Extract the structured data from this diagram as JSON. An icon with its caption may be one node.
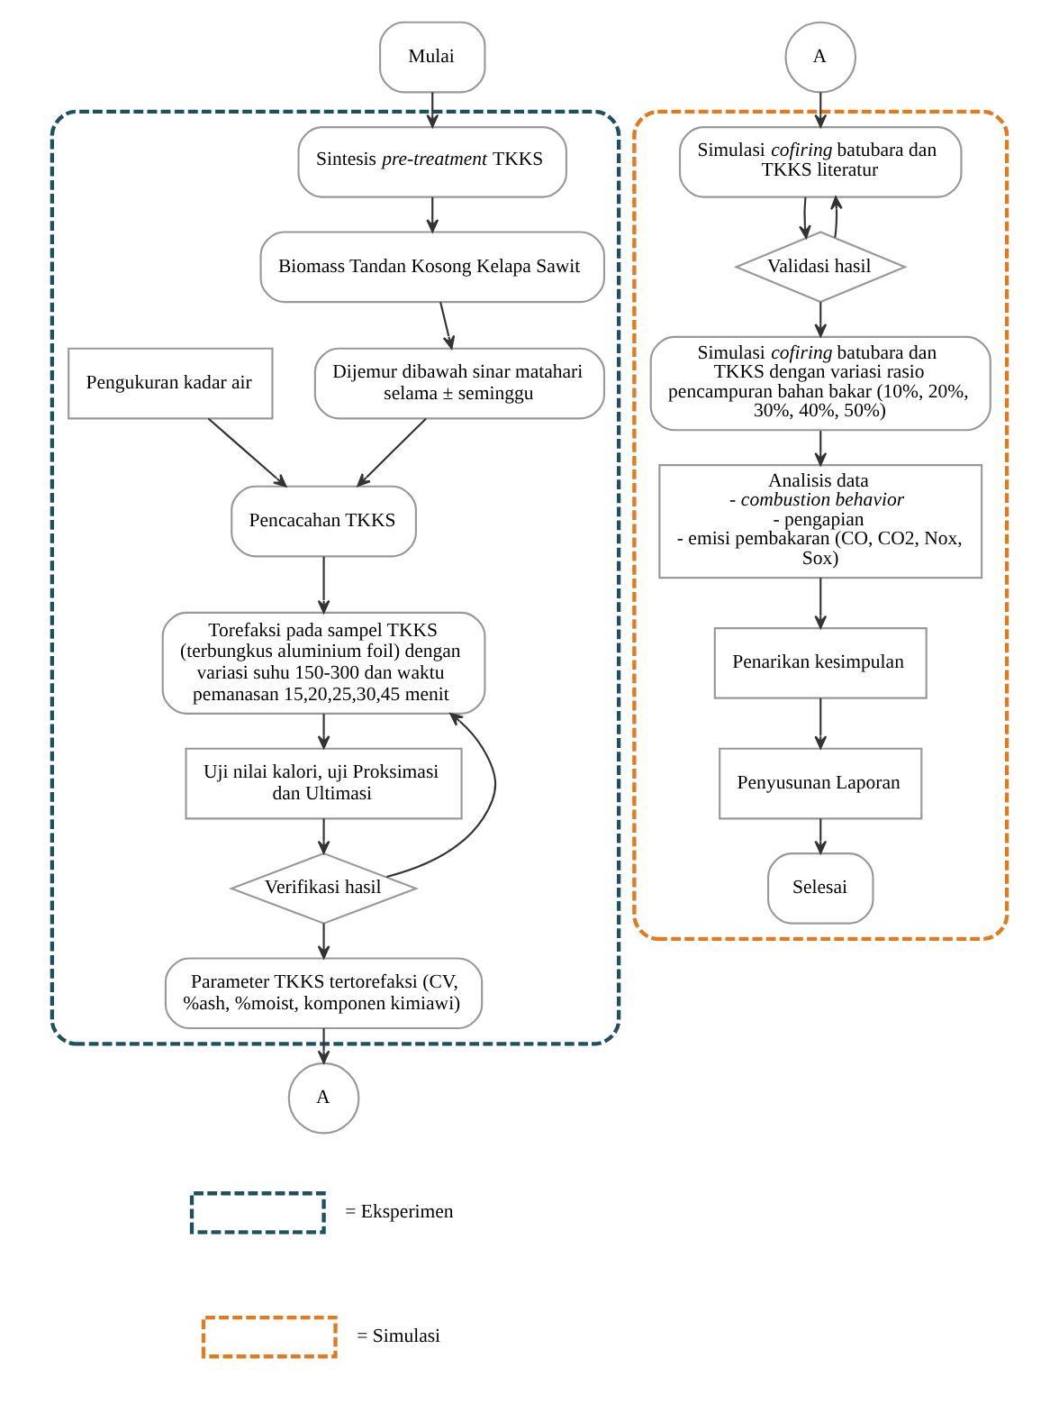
{
  "diagram": {
    "nodes": [
      {
        "text": [
          "Mulai"
        ]
      },
      {
        "text": [],
        "shape": "box"
      },
      {
        "text": [
          "Sintesis *pre-treatment* TKKS"
        ],
        "in": 1
      },
      {
        "text": [
          "Biomass Tandan Kosong Kelapa Sawit"
        ],
        "in": 1
      },
      {
        "text": [
          "Dijemur dibawah sinar matahari selama ± seminggu"
        ],
        "in": 1
      },
      {
        "text": [
          "Pengukuran kadar air"
        ],
        "in": 1
      },
      {
        "text": [
          "Pencacahan TKKS"
        ],
        "in": 1
      },
      {
        "text": [
          "Torefaksi pada sampel TKKS (terbungkus aluminium foil) dengan variasi suhu 150-300 dan waktu pemanasan 15,20,25,30,45 menit"
        ],
        "in": 1
      },
      {
        "text": [
          "Uji nilai kalori, uji Proksimasi  dan Ultimasi"
        ],
        "in": 1
      },
      {
        "text": [
          "Verifikasi hasil"
        ],
        "in": 1
      },
      {
        "text": [
          "Parameter TKKS tertorefaksi (CV, %ash, %moist, komponen kimiawi)"
        ],
        "in": 1
      },
      {
        "text": [
          "A"
        ]
      },
      {
        "text": [
          "A"
        ]
      },
      {
        "text": [],
        "shape": "box"
      },
      {
        "text": [
          "Simulasi *cofiring* batubara dan TKKS literatur"
        ],
        "in": 13
      },
      {
        "text": [
          "Validasi hasil"
        ],
        "in": 13
      },
      {
        "text": [
          "Simulasi *cofiring* batubara dan TKKS dengan variasi rasio pencampuran bahan bakar (10%, 20%, 30%, 40%, 50%)"
        ],
        "in": 13
      },
      {
        "text": [
          "Analisis data",
          "- *combustion behavior*",
          "- pengapian",
          "- emisi pembakaran (CO, CO2, Nox, Sox)"
        ],
        "in": 13
      },
      {
        "text": [
          "Penarikan kesimpulan"
        ],
        "in": 13
      },
      {
        "text": [
          "Penyusunan Laporan"
        ],
        "in": 13
      },
      {
        "text": [
          "Selesai"
        ],
        "in": 13
      }
    ],
    "edges": [
      {
        "from": 0,
        "to": 2,
        "arrow": "to"
      },
      {
        "from": 2,
        "to": 3,
        "arrow": "to"
      },
      {
        "from": 3,
        "to": 4,
        "arrow": "to"
      },
      {
        "from": 4,
        "to": 6,
        "arrow": "to"
      },
      {
        "from": 5,
        "to": 6,
        "arrow": "to"
      },
      {
        "from": 6,
        "to": 7,
        "arrow": "to"
      },
      {
        "from": 7,
        "to": 8,
        "arrow": "to"
      },
      {
        "from": 8,
        "to": 9,
        "arrow": "to"
      },
      {
        "from": 9,
        "to": 7,
        "arrow": "to"
      },
      {
        "from": 9,
        "to": 10,
        "arrow": "to"
      },
      {
        "from": 10,
        "to": 11,
        "arrow": "to"
      },
      {
        "from": 12,
        "to": 14,
        "arrow": "to"
      },
      {
        "from": 14,
        "to": 15,
        "arrow": "to"
      },
      {
        "from": 15,
        "to": 14,
        "arrow": "to"
      },
      {
        "from": 15,
        "to": 16,
        "arrow": "to"
      },
      {
        "from": 16,
        "to": 17,
        "arrow": "to"
      },
      {
        "from": 17,
        "to": 18,
        "arrow": "to"
      },
      {
        "from": 18,
        "to": 19,
        "arrow": "to"
      },
      {
        "from": 19,
        "to": 20,
        "arrow": "to"
      }
    ],
    "legend": [
      {
        "text": "= Eksperimen"
      },
      {
        "text": "= Simulasi"
      }
    ]
  }
}
